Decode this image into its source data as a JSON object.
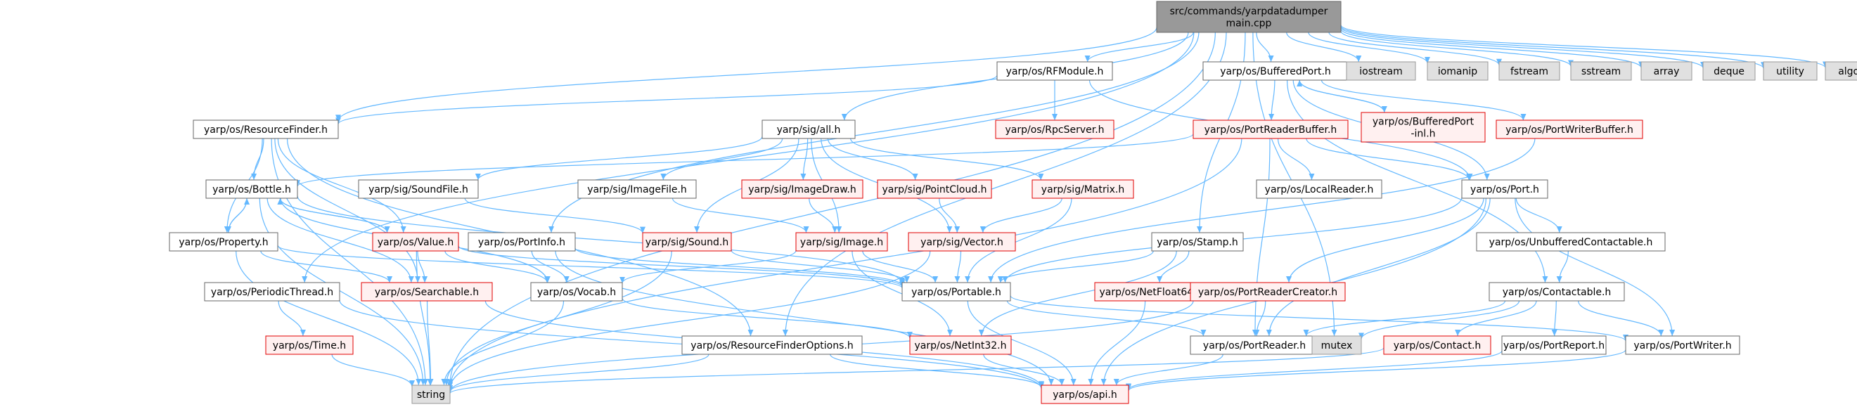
{
  "nodes": {
    "main": {
      "lines": [
        "src/commands/yarpdatadumper",
        "main.cpp"
      ],
      "kind": "root"
    },
    "rfmodule": {
      "lines": [
        "yarp/os/RFModule.h"
      ],
      "kind": "normal"
    },
    "sigall": {
      "lines": [
        "yarp/sig/all.h"
      ],
      "kind": "normal"
    },
    "bufferedport": {
      "lines": [
        "yarp/os/BufferedPort.h"
      ],
      "kind": "normal"
    },
    "iostream": {
      "lines": [
        "iostream"
      ],
      "kind": "system"
    },
    "iomanip": {
      "lines": [
        "iomanip"
      ],
      "kind": "system"
    },
    "fstream": {
      "lines": [
        "fstream"
      ],
      "kind": "system"
    },
    "sstream": {
      "lines": [
        "sstream"
      ],
      "kind": "system"
    },
    "array": {
      "lines": [
        "array"
      ],
      "kind": "system"
    },
    "deque": {
      "lines": [
        "deque"
      ],
      "kind": "system"
    },
    "utility": {
      "lines": [
        "utility"
      ],
      "kind": "system"
    },
    "algorithm": {
      "lines": [
        "algorithm"
      ],
      "kind": "system"
    },
    "resourcefinder": {
      "lines": [
        "yarp/os/ResourceFinder.h"
      ],
      "kind": "normal"
    },
    "rpcserver": {
      "lines": [
        "yarp/os/RpcServer.h"
      ],
      "kind": "truncated"
    },
    "portreaderbuffer": {
      "lines": [
        "yarp/os/PortReaderBuffer.h"
      ],
      "kind": "truncated"
    },
    "bufferedportinl": {
      "lines": [
        "yarp/os/BufferedPort",
        "-inl.h"
      ],
      "kind": "truncated"
    },
    "portwriterbuffer": {
      "lines": [
        "yarp/os/PortWriterBuffer.h"
      ],
      "kind": "truncated"
    },
    "bottle": {
      "lines": [
        "yarp/os/Bottle.h"
      ],
      "kind": "normal"
    },
    "soundfile": {
      "lines": [
        "yarp/sig/SoundFile.h"
      ],
      "kind": "normal"
    },
    "imagefile": {
      "lines": [
        "yarp/sig/ImageFile.h"
      ],
      "kind": "normal"
    },
    "imagedraw": {
      "lines": [
        "yarp/sig/ImageDraw.h"
      ],
      "kind": "truncated"
    },
    "pointcloud": {
      "lines": [
        "yarp/sig/PointCloud.h"
      ],
      "kind": "truncated"
    },
    "matrix": {
      "lines": [
        "yarp/sig/Matrix.h"
      ],
      "kind": "truncated"
    },
    "localreader": {
      "lines": [
        "yarp/os/LocalReader.h"
      ],
      "kind": "normal"
    },
    "port": {
      "lines": [
        "yarp/os/Port.h"
      ],
      "kind": "normal"
    },
    "property": {
      "lines": [
        "yarp/os/Property.h"
      ],
      "kind": "normal"
    },
    "value": {
      "lines": [
        "yarp/os/Value.h"
      ],
      "kind": "truncated"
    },
    "portinfo": {
      "lines": [
        "yarp/os/PortInfo.h"
      ],
      "kind": "normal"
    },
    "sound": {
      "lines": [
        "yarp/sig/Sound.h"
      ],
      "kind": "truncated"
    },
    "image": {
      "lines": [
        "yarp/sig/Image.h"
      ],
      "kind": "truncated"
    },
    "vector": {
      "lines": [
        "yarp/sig/Vector.h"
      ],
      "kind": "truncated"
    },
    "stamp": {
      "lines": [
        "yarp/os/Stamp.h"
      ],
      "kind": "normal"
    },
    "unbuffered": {
      "lines": [
        "yarp/os/UnbufferedContactable.h"
      ],
      "kind": "normal"
    },
    "periodicthread": {
      "lines": [
        "yarp/os/PeriodicThread.h"
      ],
      "kind": "normal"
    },
    "searchable": {
      "lines": [
        "yarp/os/Searchable.h"
      ],
      "kind": "truncated"
    },
    "vocab": {
      "lines": [
        "yarp/os/Vocab.h"
      ],
      "kind": "normal"
    },
    "portable": {
      "lines": [
        "yarp/os/Portable.h"
      ],
      "kind": "normal"
    },
    "netfloat64": {
      "lines": [
        "yarp/os/NetFloat64.h"
      ],
      "kind": "truncated"
    },
    "portreadercreator": {
      "lines": [
        "yarp/os/PortReaderCreator.h"
      ],
      "kind": "truncated"
    },
    "contactable": {
      "lines": [
        "yarp/os/Contactable.h"
      ],
      "kind": "normal"
    },
    "time": {
      "lines": [
        "yarp/os/Time.h"
      ],
      "kind": "truncated"
    },
    "rfoptions": {
      "lines": [
        "yarp/os/ResourceFinderOptions.h"
      ],
      "kind": "normal"
    },
    "netint32": {
      "lines": [
        "yarp/os/NetInt32.h"
      ],
      "kind": "truncated"
    },
    "portreader": {
      "lines": [
        "yarp/os/PortReader.h"
      ],
      "kind": "normal"
    },
    "mutex": {
      "lines": [
        "mutex"
      ],
      "kind": "system"
    },
    "contact": {
      "lines": [
        "yarp/os/Contact.h"
      ],
      "kind": "truncated"
    },
    "portreport": {
      "lines": [
        "yarp/os/PortReport.h"
      ],
      "kind": "normal"
    },
    "portwriter": {
      "lines": [
        "yarp/os/PortWriter.h"
      ],
      "kind": "normal"
    },
    "string": {
      "lines": [
        "string"
      ],
      "kind": "system"
    },
    "api": {
      "lines": [
        "yarp/os/api.h"
      ],
      "kind": "truncated"
    }
  },
  "edges": [
    [
      "main",
      "rfmodule"
    ],
    [
      "main",
      "sigall"
    ],
    [
      "main",
      "bufferedport"
    ],
    [
      "main",
      "iostream"
    ],
    [
      "main",
      "iomanip"
    ],
    [
      "main",
      "fstream"
    ],
    [
      "main",
      "sstream"
    ],
    [
      "main",
      "array"
    ],
    [
      "main",
      "deque"
    ],
    [
      "main",
      "utility"
    ],
    [
      "main",
      "algorithm"
    ],
    [
      "main",
      "resourcefinder"
    ],
    [
      "main",
      "string"
    ],
    [
      "main",
      "stamp"
    ],
    [
      "main",
      "mutex"
    ],
    [
      "main",
      "periodicthread"
    ],
    [
      "main",
      "rfoptions"
    ],
    [
      "main",
      "portinfo"
    ],
    [
      "rfmodule",
      "resourcefinder"
    ],
    [
      "rfmodule",
      "rpcserver"
    ],
    [
      "rfmodule",
      "port"
    ],
    [
      "bufferedport",
      "portreaderbuffer"
    ],
    [
      "bufferedport",
      "bufferedportinl"
    ],
    [
      "bufferedport",
      "portwriterbuffer"
    ],
    [
      "bufferedport",
      "port"
    ],
    [
      "bufferedport",
      "contactable"
    ],
    [
      "bufferedportinl",
      "bufferedport"
    ],
    [
      "resourcefinder",
      "bottle"
    ],
    [
      "resourcefinder",
      "property"
    ],
    [
      "resourcefinder",
      "value"
    ],
    [
      "resourcefinder",
      "searchable"
    ],
    [
      "resourcefinder",
      "string"
    ],
    [
      "resourcefinder",
      "rfoptions"
    ],
    [
      "sigall",
      "soundfile"
    ],
    [
      "sigall",
      "imagefile"
    ],
    [
      "sigall",
      "imagedraw"
    ],
    [
      "sigall",
      "pointcloud"
    ],
    [
      "sigall",
      "matrix"
    ],
    [
      "sigall",
      "image"
    ],
    [
      "sigall",
      "vector"
    ],
    [
      "sigall",
      "sound"
    ],
    [
      "portreaderbuffer",
      "bottle"
    ],
    [
      "portreaderbuffer",
      "localreader"
    ],
    [
      "portreaderbuffer",
      "port"
    ],
    [
      "portreaderbuffer",
      "string"
    ],
    [
      "portreaderbuffer",
      "portreader"
    ],
    [
      "portwriterbuffer",
      "portable"
    ],
    [
      "bottle",
      "property"
    ],
    [
      "bottle",
      "value"
    ],
    [
      "bottle",
      "searchable"
    ],
    [
      "bottle",
      "vocab"
    ],
    [
      "bottle",
      "portable"
    ],
    [
      "bottle",
      "string"
    ],
    [
      "property",
      "bottle"
    ],
    [
      "property",
      "searchable"
    ],
    [
      "property",
      "portable"
    ],
    [
      "property",
      "string"
    ],
    [
      "value",
      "bottle"
    ],
    [
      "value",
      "searchable"
    ],
    [
      "value",
      "vocab"
    ],
    [
      "value",
      "portable"
    ],
    [
      "value",
      "string"
    ],
    [
      "soundfile",
      "sound"
    ],
    [
      "imagefile",
      "image"
    ],
    [
      "imagedraw",
      "image"
    ],
    [
      "pointcloud",
      "vector"
    ],
    [
      "matrix",
      "vector"
    ],
    [
      "matrix",
      "portable"
    ],
    [
      "sound",
      "portable"
    ],
    [
      "sound",
      "string"
    ],
    [
      "image",
      "portable"
    ],
    [
      "image",
      "netint32"
    ],
    [
      "image",
      "vocab"
    ],
    [
      "vector",
      "portable"
    ],
    [
      "vector",
      "string"
    ],
    [
      "portinfo",
      "vocab"
    ],
    [
      "portinfo",
      "portable"
    ],
    [
      "portinfo",
      "api"
    ],
    [
      "stamp",
      "portable"
    ],
    [
      "stamp",
      "netfloat64"
    ],
    [
      "stamp",
      "netint32"
    ],
    [
      "port",
      "unbuffered"
    ],
    [
      "port",
      "portreadercreator"
    ],
    [
      "port",
      "portwriter"
    ],
    [
      "port",
      "portreader"
    ],
    [
      "port",
      "api"
    ],
    [
      "port",
      "portable"
    ],
    [
      "unbuffered",
      "contactable"
    ],
    [
      "contactable",
      "portreader"
    ],
    [
      "contactable",
      "portwriter"
    ],
    [
      "contactable",
      "contact"
    ],
    [
      "contactable",
      "portreport"
    ],
    [
      "contactable",
      "mutex"
    ],
    [
      "periodicthread",
      "time"
    ],
    [
      "periodicthread",
      "api"
    ],
    [
      "searchable",
      "string"
    ],
    [
      "searchable",
      "api"
    ],
    [
      "vocab",
      "string"
    ],
    [
      "vocab",
      "netint32"
    ],
    [
      "portable",
      "portreader"
    ],
    [
      "portable",
      "portwriter"
    ],
    [
      "portable",
      "api"
    ],
    [
      "netfloat64",
      "api"
    ],
    [
      "portreadercreator",
      "portreader"
    ],
    [
      "portreadercreator",
      "string"
    ],
    [
      "time",
      "string"
    ],
    [
      "rfoptions",
      "string"
    ],
    [
      "rfoptions",
      "api"
    ],
    [
      "netint32",
      "api"
    ],
    [
      "portreader",
      "api"
    ],
    [
      "portreport",
      "api"
    ],
    [
      "portwriter",
      "api"
    ],
    [
      "contact",
      "string"
    ]
  ],
  "colors": {
    "root_fill": "#999999",
    "root_border": "#666666",
    "normal_fill": "#ffffff",
    "normal_border": "#666666",
    "truncated_fill": "#fff0f0",
    "truncated_border": "#e00000",
    "system_fill": "#e0e0e0",
    "system_border": "#999999",
    "edge": "#63b8ff",
    "text": "#000000"
  }
}
